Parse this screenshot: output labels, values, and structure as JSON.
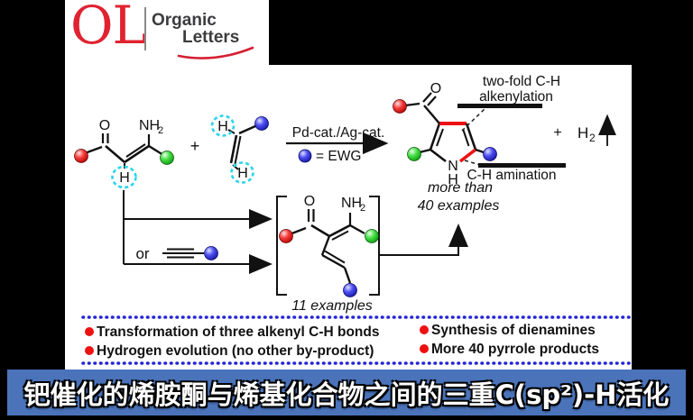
{
  "logo": {
    "monogram": "OL",
    "line1": "Organic",
    "line2": "Letters"
  },
  "scheme": {
    "plus": "+",
    "catalysts": "Pd-cat./Ag-cat.",
    "ewg_equals": "= EWG",
    "labels": {
      "o": "O",
      "nh": "NH",
      "sub2": "2",
      "h": "H",
      "n": "N",
      "or": "or",
      "h2_h": "H"
    },
    "annotations": {
      "alkenylation1": "two-fold C-H",
      "alkenylation2": "alkenylation",
      "amination": "C-H amination",
      "more_than": "more than",
      "ex40": "40 examples",
      "ex11": "11 examples"
    }
  },
  "bullets": {
    "left1": "Transformation of three alkenyl C-H bonds",
    "left2": "Hydrogen evolution (no other by-product)",
    "right1": "Synthesis of dienamines",
    "right2": "More 40 pyrrole products"
  },
  "banner": {
    "text": "钯催化的烯胺酮与烯基化合物之间的三重C(sp²)-H活化"
  },
  "colors": {
    "banner_bg": "#4a73ba",
    "logo_red": "#e02330",
    "ball_red": "#f03030",
    "ball_green": "#3ede3e",
    "ball_blue": "#4848f0",
    "bond_highlight": "#ee1111",
    "cyan_halo": "#2ad4ea",
    "dotted_line": "#2424d8",
    "bullet": "#ee1111"
  }
}
